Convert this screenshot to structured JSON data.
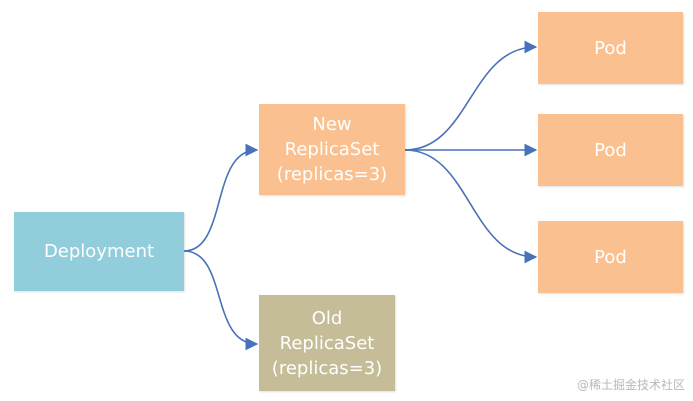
{
  "nodes": {
    "deployment": "Deployment",
    "new_replicaset": "New\nReplicaSet\n(replicas=3)",
    "old_replicaset": "Old\nReplicaSet\n(replicas=3)",
    "pods": [
      "Pod",
      "Pod",
      "Pod"
    ]
  },
  "colors": {
    "deployment": "#92cddc",
    "new_replicaset": "#fac090",
    "old_replicaset": "#c4bd97",
    "pod": "#fac090",
    "arrow": "#4a72b8"
  },
  "edges": [
    {
      "from": "deployment",
      "to": "new_replicaset"
    },
    {
      "from": "deployment",
      "to": "old_replicaset"
    },
    {
      "from": "new_replicaset",
      "to": "pod_1"
    },
    {
      "from": "new_replicaset",
      "to": "pod_2"
    },
    {
      "from": "new_replicaset",
      "to": "pod_3"
    }
  ],
  "watermark": "@稀土掘金技术社区"
}
